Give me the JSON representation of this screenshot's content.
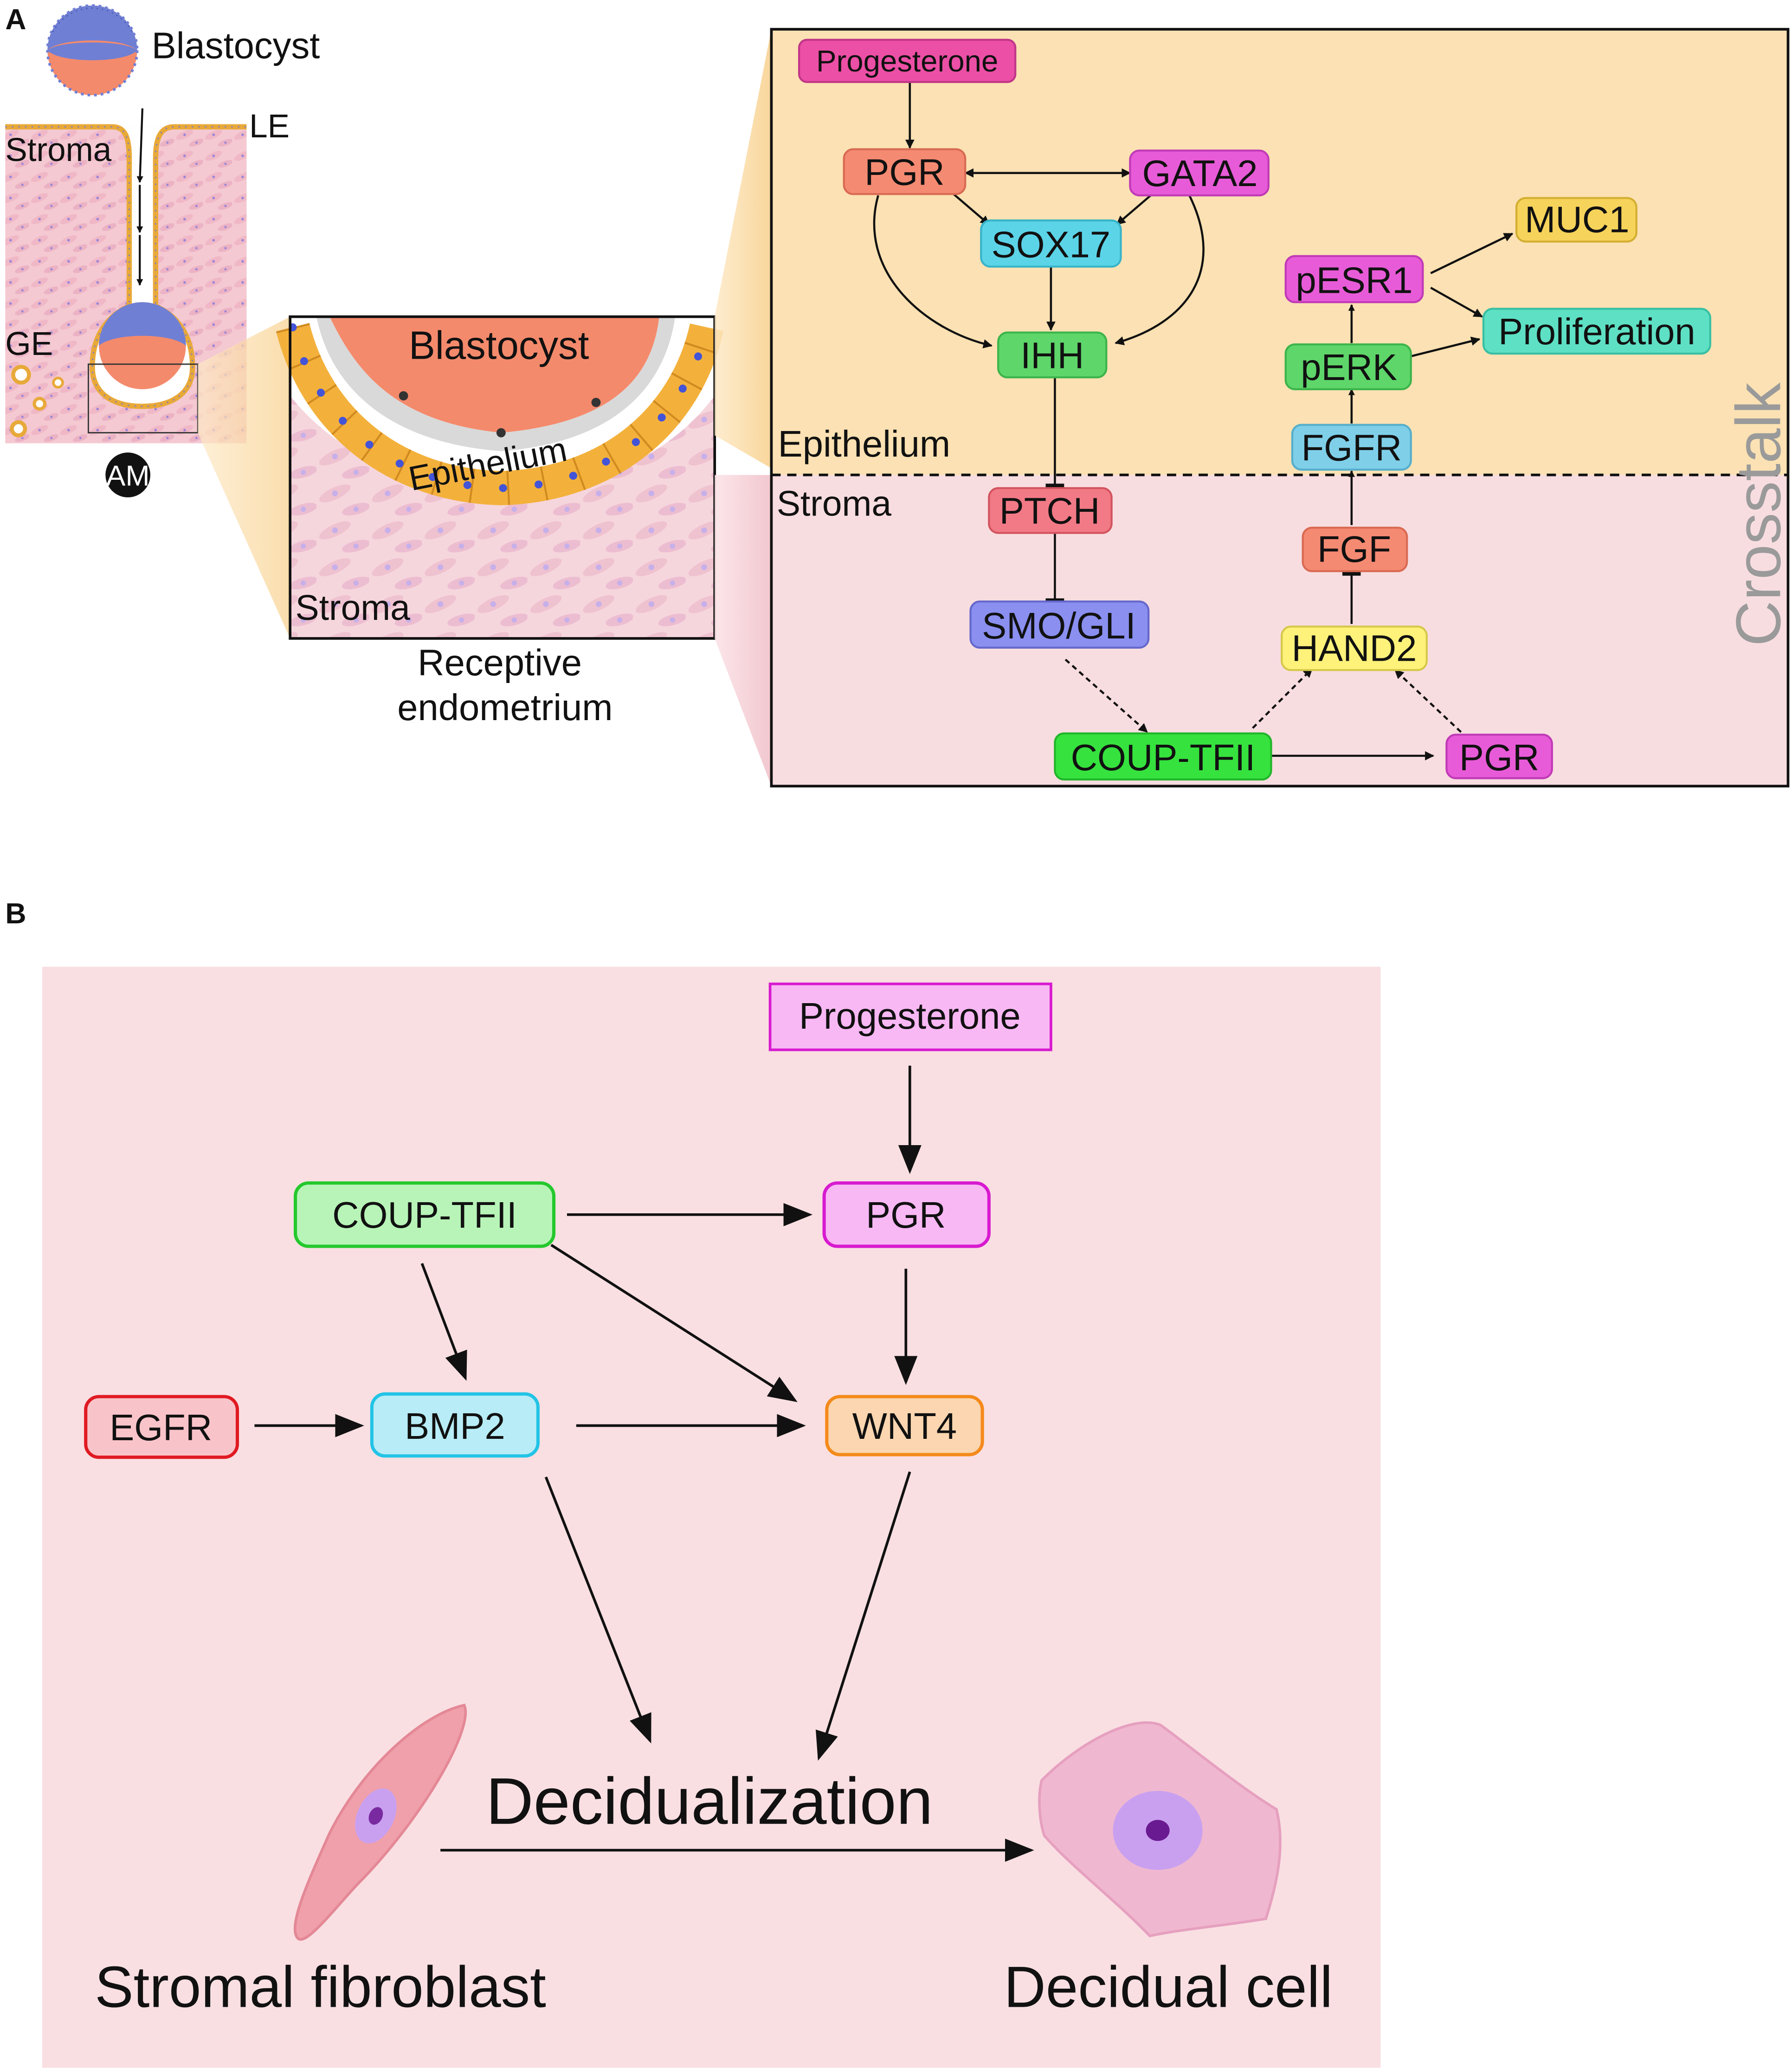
{
  "panel_labels": {
    "a": "A",
    "b": "B"
  },
  "colors": {
    "epithelium_bg": "#fbe1b3",
    "stroma_bg": "#f8dde0",
    "panel_b_bg": "#f9dfe2",
    "outline": "#1a1a1a",
    "crosstalk_text": "#9a9a9a",
    "node_palette": {
      "magenta": "#e85bd8",
      "salmon": "#f58a72",
      "cyan": "#5cd4e8",
      "green": "#5ed66a",
      "yellow": "#f6d35a",
      "teal": "#5ee0c4",
      "lightblue": "#7fcfe8",
      "red": "#f27a86",
      "purple": "#8a8ff0",
      "paleyellow": "#fff27a",
      "orange": "#f7a24a"
    }
  },
  "panel_a_left": {
    "blastocyst": "Blastocyst",
    "stroma": "Stroma",
    "le": "LE",
    "ge": "GE",
    "am": "AM"
  },
  "panel_a_middle": {
    "blastocyst": "Blastocyst",
    "epithelium": "Epithelium",
    "stroma": "Stroma",
    "caption_line1": "Receptive",
    "caption_line2": "endometrium"
  },
  "panel_a_right": {
    "epithelium": "Epithelium",
    "stroma": "Stroma",
    "crosstalk": "Crosstalk",
    "nodes": {
      "progesterone": "Progesterone",
      "pgr_top": "PGR",
      "gata2": "GATA2",
      "sox17": "SOX17",
      "ihh": "IHH",
      "muc1": "MUC1",
      "pesr1": "pESR1",
      "proliferation": "Proliferation",
      "perk": "pERK",
      "fgfr": "FGFR",
      "ptch": "PTCH",
      "smo_gli": "SMO/GLI",
      "fgf": "FGF",
      "hand2": "HAND2",
      "coup_tfii": "COUP-TFII",
      "pgr_bottom": "PGR"
    }
  },
  "panel_b": {
    "nodes": {
      "progesterone": "Progesterone",
      "coup_tfii": "COUP-TFII",
      "pgr": "PGR",
      "egfr": "EGFR",
      "bmp2": "BMP2",
      "wnt4": "WNT4"
    },
    "decidualization": "Decidualization",
    "stromal_fibroblast": "Stromal fibroblast",
    "decidual_cell": "Decidual cell"
  }
}
